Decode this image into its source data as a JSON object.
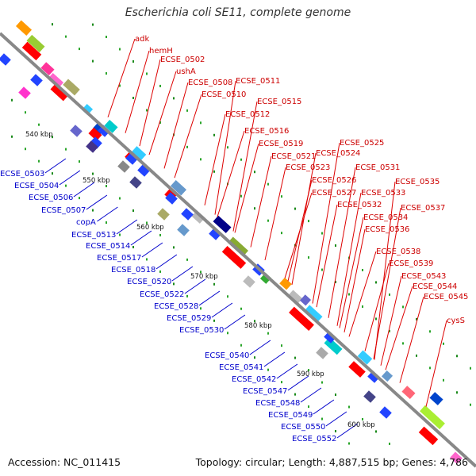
{
  "title": "Escherichia coli SE11, complete genome",
  "accession": "Accession: NC_011415",
  "topology": "Topology: circular; Length: 4,887,515 bp; Genes: 4,786",
  "colors": {
    "outer_label": "#cc0000",
    "inner_label": "#0000cc",
    "backbone": "#888888"
  },
  "ticks": [
    "540 kbp",
    "550 kbp",
    "560 kbp",
    "570 kbp",
    "580 kbp",
    "590 kbp",
    "600 kbp"
  ],
  "outer_genes": [
    "adk",
    "hemH",
    "ECSE_0502",
    "ushA",
    "ECSE_0508",
    "ECSE_0511",
    "ECSE_0510",
    "ECSE_0515",
    "ECSE_0512",
    "ECSE_0516",
    "ECSE_0519",
    "ECSE_0521",
    "ECSE_0525",
    "ECSE_0524",
    "ECSE_0523",
    "ECSE_0531",
    "ECSE_0526",
    "ECSE_0535",
    "ECSE_0527",
    "ECSE_0533",
    "ECSE_0532",
    "ECSE_0537",
    "ECSE_0534",
    "ECSE_0536",
    "ECSE_0538",
    "ECSE_0539",
    "ECSE_0543",
    "ECSE_0544",
    "ECSE_0545",
    "cysS"
  ],
  "inner_genes": [
    "ECSE_0503",
    "ECSE_0504",
    "ECSE_0506",
    "ECSE_0507",
    "copA",
    "ECSE_0513",
    "ECSE_0514",
    "ECSE_0517",
    "ECSE_0518",
    "ECSE_0520",
    "ECSE_0522",
    "ECSE_0528",
    "ECSE_0529",
    "ECSE_0530",
    "ECSE_0540",
    "ECSE_0541",
    "ECSE_0542",
    "ECSE_0547",
    "ECSE_0548",
    "ECSE_0549",
    "ECSE_0550",
    "ECSE_0552"
  ]
}
